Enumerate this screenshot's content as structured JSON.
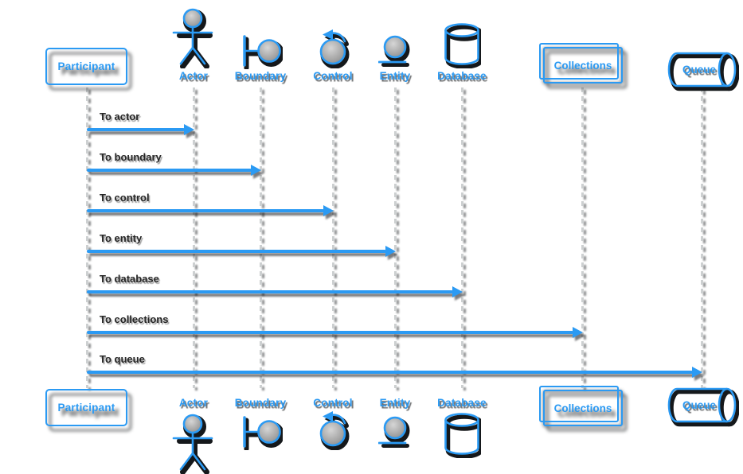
{
  "diagram_type": "uml-sequence",
  "colors": {
    "accent": "#2B9AF3",
    "lifeline": "#CDD0D1",
    "message_text": "#262626",
    "icon_fill_gray": "#9A9A9A",
    "shadow": "#15181B",
    "background": "#FFFFFF"
  },
  "participants": [
    {
      "label": "Participant",
      "shape": "box"
    },
    {
      "label": "Actor",
      "shape": "actor"
    },
    {
      "label": "Boundary",
      "shape": "boundary"
    },
    {
      "label": "Control",
      "shape": "control"
    },
    {
      "label": "Entity",
      "shape": "entity"
    },
    {
      "label": "Database",
      "shape": "database"
    },
    {
      "label": "Collections",
      "shape": "collections"
    },
    {
      "label": "Queue",
      "shape": "queue"
    }
  ],
  "messages": [
    {
      "from": "Participant",
      "to": "Actor",
      "label": "To actor"
    },
    {
      "from": "Participant",
      "to": "Boundary",
      "label": "To boundary"
    },
    {
      "from": "Participant",
      "to": "Control",
      "label": "To control"
    },
    {
      "from": "Participant",
      "to": "Entity",
      "label": "To entity"
    },
    {
      "from": "Participant",
      "to": "Database",
      "label": "To database"
    },
    {
      "from": "Participant",
      "to": "Collections",
      "label": "To collections"
    },
    {
      "from": "Participant",
      "to": "Queue",
      "label": "To queue"
    }
  ]
}
